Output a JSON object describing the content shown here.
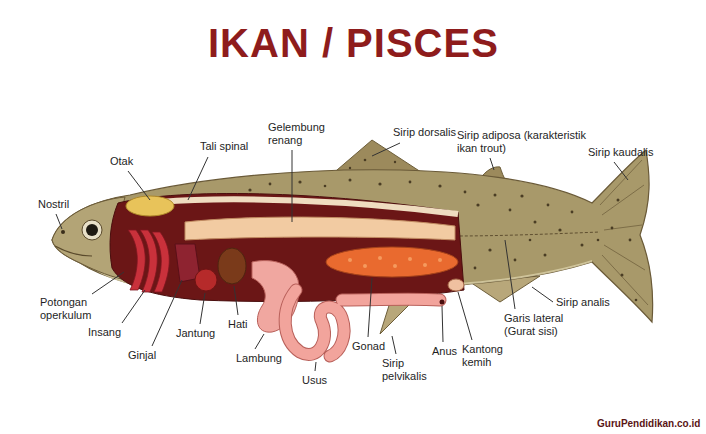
{
  "diagram": {
    "title": "IKAN / PISCES",
    "labels": [
      "Otak",
      "Tali spinal",
      "Gelembung renang",
      "Sirip dorsalis",
      "Sirip adiposa (karakteristik ikan trout)",
      "Sirip kaudalis",
      "Nostril",
      "Potongan operkulum",
      "Insang",
      "Ginjal",
      "Jantung",
      "Hati",
      "Lambung",
      "Usus",
      "Gonad",
      "Sirip pelvikalis",
      "Anus",
      "Kantong kemih",
      "Garis lateral (Gurat sisi)",
      "Sirip analis",
      "GuruPendidikan.co.id"
    ]
  }
}
